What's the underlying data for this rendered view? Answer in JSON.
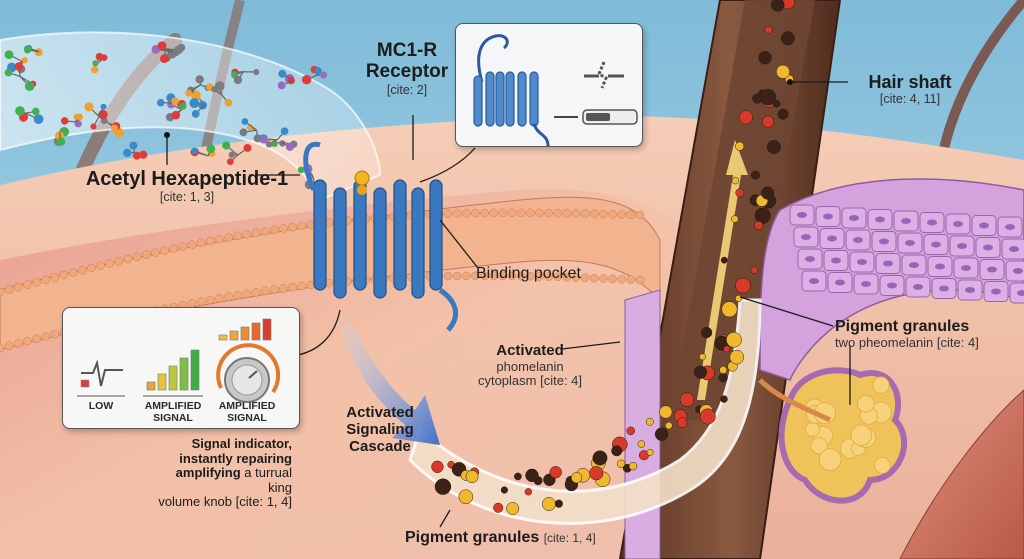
{
  "title": "Acetyl Hexapeptide-1 activation of MC1-R receptor and melanin pigment pathway",
  "labels": {
    "acetyl": {
      "main": "Acetyl Hexapeptide-1",
      "cite": "[cite: 1, 3]"
    },
    "mc1r": {
      "main_line1": "MC1-R",
      "main_line2": "Receptor",
      "cite": "[cite: 2]"
    },
    "hair_shaft": {
      "main": "Hair shaft",
      "cite": "[cite: 4, 11]"
    },
    "binding_pocket": {
      "main": "Binding pocket"
    },
    "activated_cytoplasm": {
      "main": "Activated",
      "sub_line1": "phomelanin",
      "sub_line2": "cytoplasm [cite: 4]"
    },
    "pigment_right": {
      "main": "Pigment granules",
      "sub": "two pheomelanin [cite: 4]"
    },
    "cascade": {
      "line1": "Activated",
      "line2": "Signaling",
      "line3": "Cascade"
    },
    "pigment_bottom": {
      "main": "Pigment granules",
      "cite": "[cite: 1, 4]"
    },
    "signal_caption": {
      "line1": "Signal indicator,",
      "line2": "instantly repairing",
      "line3_bold": "amplifying",
      "line3_rest": " a turrual king",
      "line4": "volume knob [cite: 1, 4]"
    }
  },
  "signal_panel": {
    "items": [
      {
        "label_line1": "LOW",
        "label_line2": "",
        "icon": "pulse-line-icon"
      },
      {
        "label_line1": "AMPLIFIED",
        "label_line2": "SIGNAL",
        "icon": "signal-bars-icon",
        "bars": 5
      },
      {
        "label_line1": "AMPLIFIED",
        "label_line2": "SIGNAL",
        "icon": "volume-knob-icon",
        "bars": 5
      }
    ],
    "bar_colors_low_to_high": [
      "#e8a43a",
      "#e7c33b",
      "#b9c93d",
      "#7fbf45",
      "#3fae48"
    ],
    "knob_bar_colors": [
      "#f3c23a",
      "#f0a53a",
      "#ec8a36",
      "#e66a32",
      "#dc3e2e"
    ],
    "low_color": "#d94040"
  },
  "inset": {
    "icons": [
      "receptor-helix-icon",
      "broken-signal-icon",
      "progress-bar-icon"
    ],
    "progress_fraction": 0.5
  },
  "colors": {
    "sky": "#8ec5de",
    "skin": "#f2c0a8",
    "membrane": "#f0a878",
    "receptor_blue": "#3a78c0",
    "hair_brown": "#6b3e2a",
    "granule_dark": "#3a2218",
    "granule_red": "#d83a2a",
    "granule_yellow": "#f0b82c",
    "cell_purple": "#c99ad6",
    "arrow_blue": "#3f6fc8"
  }
}
